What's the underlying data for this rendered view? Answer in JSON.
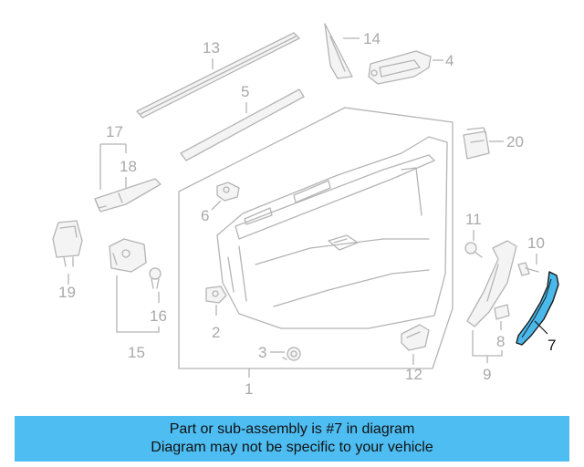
{
  "labels": {
    "p1": "1",
    "p2": "2",
    "p3": "3",
    "p4": "4",
    "p5": "5",
    "p6": "6",
    "p7": "7",
    "p8": "8",
    "p9": "9",
    "p10": "10",
    "p11": "11",
    "p12": "12",
    "p13": "13",
    "p14": "14",
    "p15": "15",
    "p16": "16",
    "p17": "17",
    "p18": "18",
    "p19": "19",
    "p20": "20"
  },
  "highlight_color": "#4ab8ea",
  "banner": {
    "color": "#4ebdf2",
    "line1": "Part or sub-assembly is #7 in diagram",
    "line2": "Diagram may not be specific to your vehicle"
  }
}
